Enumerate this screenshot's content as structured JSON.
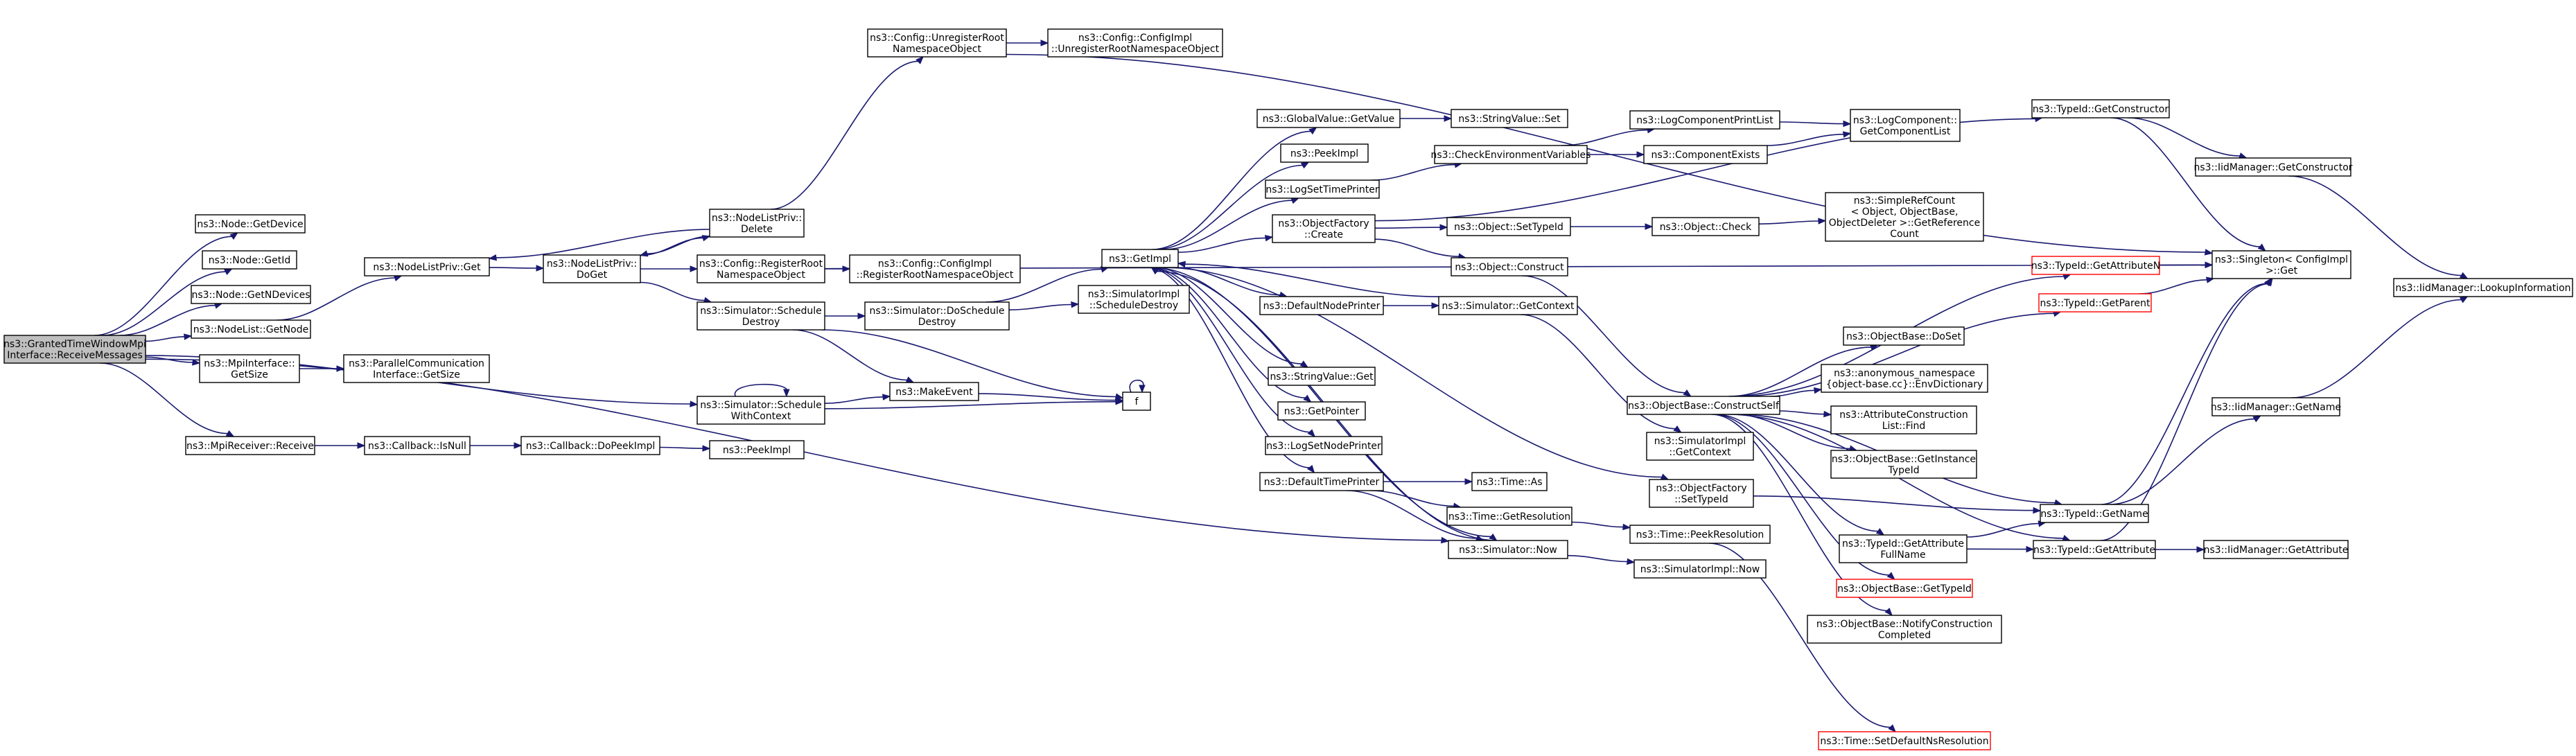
{
  "nodes": [
    {
      "id": "root",
      "lines": [
        "ns3::GrantedTimeWindowMpi",
        "Interface::ReceiveMessages"
      ],
      "root": true
    },
    {
      "id": "node_getdevice",
      "lines": [
        "ns3::Node::GetDevice"
      ]
    },
    {
      "id": "node_getid",
      "lines": [
        "ns3::Node::GetId"
      ]
    },
    {
      "id": "node_getndevices",
      "lines": [
        "ns3::Node::GetNDevices"
      ]
    },
    {
      "id": "nodelist_getnode",
      "lines": [
        "ns3::NodeList::GetNode"
      ]
    },
    {
      "id": "mpi_getsize",
      "lines": [
        "ns3::MpiInterface::",
        "GetSize"
      ]
    },
    {
      "id": "mpirecv_receive",
      "lines": [
        "ns3::MpiReceiver::Receive"
      ]
    },
    {
      "id": "nlp_get",
      "lines": [
        "ns3::NodeListPriv::Get"
      ]
    },
    {
      "id": "pci_getsize",
      "lines": [
        "ns3::ParallelCommunication",
        "Interface::GetSize"
      ]
    },
    {
      "id": "cb_isnull",
      "lines": [
        "ns3::Callback::IsNull"
      ]
    },
    {
      "id": "cb_dopeekimpl",
      "lines": [
        "ns3::Callback::DoPeekImpl"
      ]
    },
    {
      "id": "peekimpl1",
      "lines": [
        "ns3::PeekImpl"
      ]
    },
    {
      "id": "nlp_doget",
      "lines": [
        "ns3::NodeListPriv::",
        "DoGet"
      ]
    },
    {
      "id": "nlp_delete",
      "lines": [
        "ns3::NodeListPriv::",
        "Delete"
      ]
    },
    {
      "id": "cfg_unregroot",
      "lines": [
        "ns3::Config::UnregisterRoot",
        "NamespaceObject"
      ]
    },
    {
      "id": "cfgimpl_unreg",
      "lines": [
        "ns3::Config::ConfigImpl",
        "::UnregisterRootNamespaceObject"
      ]
    },
    {
      "id": "cfg_regroot",
      "lines": [
        "ns3::Config::RegisterRoot",
        "NamespaceObject"
      ]
    },
    {
      "id": "cfgimpl_reg",
      "lines": [
        "ns3::Config::ConfigImpl",
        "::RegisterRootNamespaceObject"
      ]
    },
    {
      "id": "sim_scheddestroy",
      "lines": [
        "ns3::Simulator::Schedule",
        "Destroy"
      ]
    },
    {
      "id": "sim_doscheddestroy",
      "lines": [
        "ns3::Simulator::DoSchedule",
        "Destroy"
      ]
    },
    {
      "id": "simimpl_scheddestroy",
      "lines": [
        "ns3::SimulatorImpl",
        "::ScheduleDestroy"
      ]
    },
    {
      "id": "makeevent",
      "lines": [
        "ns3::MakeEvent"
      ]
    },
    {
      "id": "sim_schedwithctx",
      "lines": [
        "ns3::Simulator::Schedule",
        "WithContext"
      ]
    },
    {
      "id": "f",
      "lines": [
        "f"
      ]
    },
    {
      "id": "sim_now",
      "lines": [
        "ns3::Simulator::Now"
      ]
    },
    {
      "id": "getimpl",
      "lines": [
        "ns3::GetImpl"
      ]
    },
    {
      "id": "gv_getvalue",
      "lines": [
        "ns3::GlobalValue::GetValue"
      ]
    },
    {
      "id": "peekimpl2",
      "lines": [
        "ns3::PeekImpl"
      ]
    },
    {
      "id": "logsettimeprinter",
      "lines": [
        "ns3::LogSetTimePrinter"
      ]
    },
    {
      "id": "objfactory_create",
      "lines": [
        "ns3::ObjectFactory",
        "::Create"
      ]
    },
    {
      "id": "defaultnodeprinter",
      "lines": [
        "ns3::DefaultNodePrinter"
      ]
    },
    {
      "id": "stringvalue_get",
      "lines": [
        "ns3::StringValue::Get"
      ]
    },
    {
      "id": "getpointer",
      "lines": [
        "ns3::GetPointer"
      ]
    },
    {
      "id": "logsetnodeprinter",
      "lines": [
        "ns3::LogSetNodePrinter"
      ]
    },
    {
      "id": "defaulttimeprinter",
      "lines": [
        "ns3::DefaultTimePrinter"
      ]
    },
    {
      "id": "stringvalue_set",
      "lines": [
        "ns3::StringValue::Set"
      ]
    },
    {
      "id": "checkenvvars",
      "lines": [
        "ns3::CheckEnvironmentVariables"
      ]
    },
    {
      "id": "obj_settypeid",
      "lines": [
        "ns3::Object::SetTypeId"
      ]
    },
    {
      "id": "obj_construct",
      "lines": [
        "ns3::Object::Construct"
      ]
    },
    {
      "id": "sim_getcontext",
      "lines": [
        "ns3::Simulator::GetContext"
      ]
    },
    {
      "id": "time_as",
      "lines": [
        "ns3::Time::As"
      ]
    },
    {
      "id": "time_getres",
      "lines": [
        "ns3::Time::GetResolution"
      ]
    },
    {
      "id": "logcompprintlist",
      "lines": [
        "ns3::LogComponentPrintList"
      ]
    },
    {
      "id": "compexists",
      "lines": [
        "ns3::ComponentExists"
      ]
    },
    {
      "id": "obj_check",
      "lines": [
        "ns3::Object::Check"
      ]
    },
    {
      "id": "objbase_constructself",
      "lines": [
        "ns3::ObjectBase::ConstructSelf"
      ]
    },
    {
      "id": "simimpl_getcontext",
      "lines": [
        "ns3::SimulatorImpl",
        "::GetContext"
      ]
    },
    {
      "id": "objfactory_settypeid",
      "lines": [
        "ns3::ObjectFactory",
        "::SetTypeId"
      ]
    },
    {
      "id": "time_peekres",
      "lines": [
        "ns3::Time::PeekResolution"
      ]
    },
    {
      "id": "simimpl_now",
      "lines": [
        "ns3::SimulatorImpl::Now"
      ]
    },
    {
      "id": "logcomp_getcomplist",
      "lines": [
        "ns3::LogComponent::",
        "GetComponentList"
      ]
    },
    {
      "id": "simplerefcount",
      "lines": [
        "ns3::SimpleRefCount",
        "< Object, ObjectBase,",
        "ObjectDeleter >::GetReference",
        "Count"
      ]
    },
    {
      "id": "typeid_getconstructor",
      "lines": [
        "ns3::TypeId::GetConstructor"
      ]
    },
    {
      "id": "typeid_getattributen",
      "lines": [
        "ns3::TypeId::GetAttributeN"
      ],
      "truncated": true
    },
    {
      "id": "typeid_getparent",
      "lines": [
        "ns3::TypeId::GetParent"
      ],
      "truncated": true
    },
    {
      "id": "objbase_doset",
      "lines": [
        "ns3::ObjectBase::DoSet"
      ]
    },
    {
      "id": "anon_envdict",
      "lines": [
        "ns3::anonymous_namespace",
        "{object-base.cc}::EnvDictionary"
      ]
    },
    {
      "id": "attrconstr_find",
      "lines": [
        "ns3::AttributeConstruction",
        "List::Find"
      ]
    },
    {
      "id": "objbase_getinstancetypeid",
      "lines": [
        "ns3::ObjectBase::GetInstance",
        "TypeId"
      ]
    },
    {
      "id": "typeid_getattrfullname",
      "lines": [
        "ns3::TypeId::GetAttribute",
        "FullName"
      ]
    },
    {
      "id": "objbase_gettypeid",
      "lines": [
        "ns3::ObjectBase::GetTypeId"
      ],
      "truncated": true
    },
    {
      "id": "objbase_notifyconstr",
      "lines": [
        "ns3::ObjectBase::NotifyConstruction",
        "Completed"
      ]
    },
    {
      "id": "time_setdefaultnsres",
      "lines": [
        "ns3::Time::SetDefaultNsResolution"
      ],
      "truncated": true
    },
    {
      "id": "iidmgr_getconstructor",
      "lines": [
        "ns3::IidManager::GetConstructor"
      ]
    },
    {
      "id": "singleton_get",
      "lines": [
        "ns3::Singleton< ConfigImpl",
        " >::Get"
      ]
    },
    {
      "id": "typeid_getname",
      "lines": [
        "ns3::TypeId::GetName"
      ]
    },
    {
      "id": "typeid_getattribute",
      "lines": [
        "ns3::TypeId::GetAttribute"
      ]
    },
    {
      "id": "iidmgr_getname",
      "lines": [
        "ns3::IidManager::GetName"
      ]
    },
    {
      "id": "iidmgr_getattribute",
      "lines": [
        "ns3::IidManager::GetAttribute"
      ]
    },
    {
      "id": "iidmgr_lookupinfo",
      "lines": [
        "ns3::IidManager::LookupInformation"
      ]
    }
  ]
}
